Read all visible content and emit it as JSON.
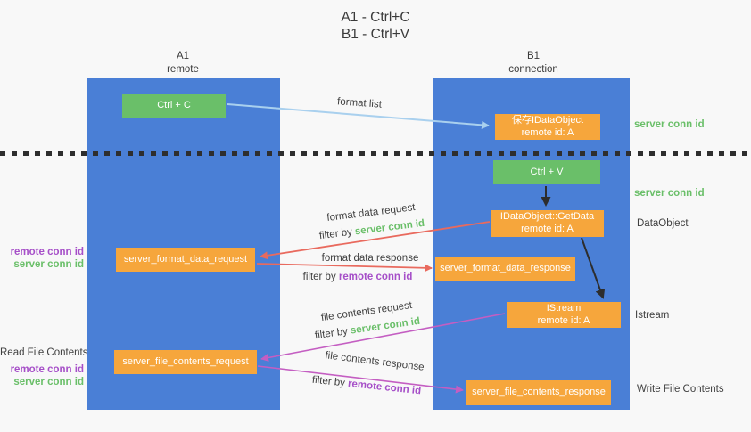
{
  "title": {
    "line1": "A1 - Ctrl+C",
    "line2": "B1 - Ctrl+V"
  },
  "lanes": {
    "left": {
      "title": "A1",
      "subtitle": "remote"
    },
    "right": {
      "title": "B1",
      "subtitle": "connection"
    }
  },
  "nodes": {
    "ctrl_c": {
      "label": "Ctrl + C"
    },
    "save_idataobject": {
      "line1": "保存IDataObject",
      "line2": "remote id: A"
    },
    "ctrl_v": {
      "label": "Ctrl + V"
    },
    "getdata": {
      "line1": "IDataObject::GetData",
      "line2": "remote id: A"
    },
    "server_format_data_request": {
      "label": "server_format_data_request"
    },
    "server_format_data_response": {
      "label": "server_format_data_response"
    },
    "istream": {
      "line1": "IStream",
      "line2": "remote id: A"
    },
    "server_file_contents_request": {
      "label": "server_file_contents_request"
    },
    "server_file_contents_response": {
      "label": "server_file_contents_response"
    }
  },
  "edge_labels": {
    "format_list": "format list",
    "format_data_request": "format data request",
    "format_data_response": "format data response",
    "file_contents_request": "file contents request",
    "file_contents_response": "file contents response",
    "filter_by": "filter by",
    "server_conn_id": "server conn id",
    "remote_conn_id": "remote conn id"
  },
  "side_labels": {
    "right_server_conn_id_top": "server conn id",
    "right_server_conn_id_mid": "server conn id",
    "right_dataobject": "DataObject",
    "right_istream": "Istream",
    "right_write_file_contents": "Write File Contents",
    "left_remote_conn_id_1": "remote conn id",
    "left_server_conn_id_1": "server conn id",
    "left_read_file_contents": "Read File Contents",
    "left_remote_conn_id_2": "remote conn id",
    "left_server_conn_id_2": "server conn id"
  },
  "colors": {
    "lane_blue": "#4a7fd6",
    "node_green": "#6abf69",
    "node_orange": "#f6a63c",
    "arrow_red": "#e96a5e",
    "arrow_magenta": "#c45ec2",
    "arrow_light_blue": "#a9d0ee",
    "arrow_black": "#2d2d2d",
    "label_green": "#6abf69",
    "label_purple": "#a64fc8",
    "text_dark": "#3f3f3f",
    "background": "#f8f8f8"
  }
}
